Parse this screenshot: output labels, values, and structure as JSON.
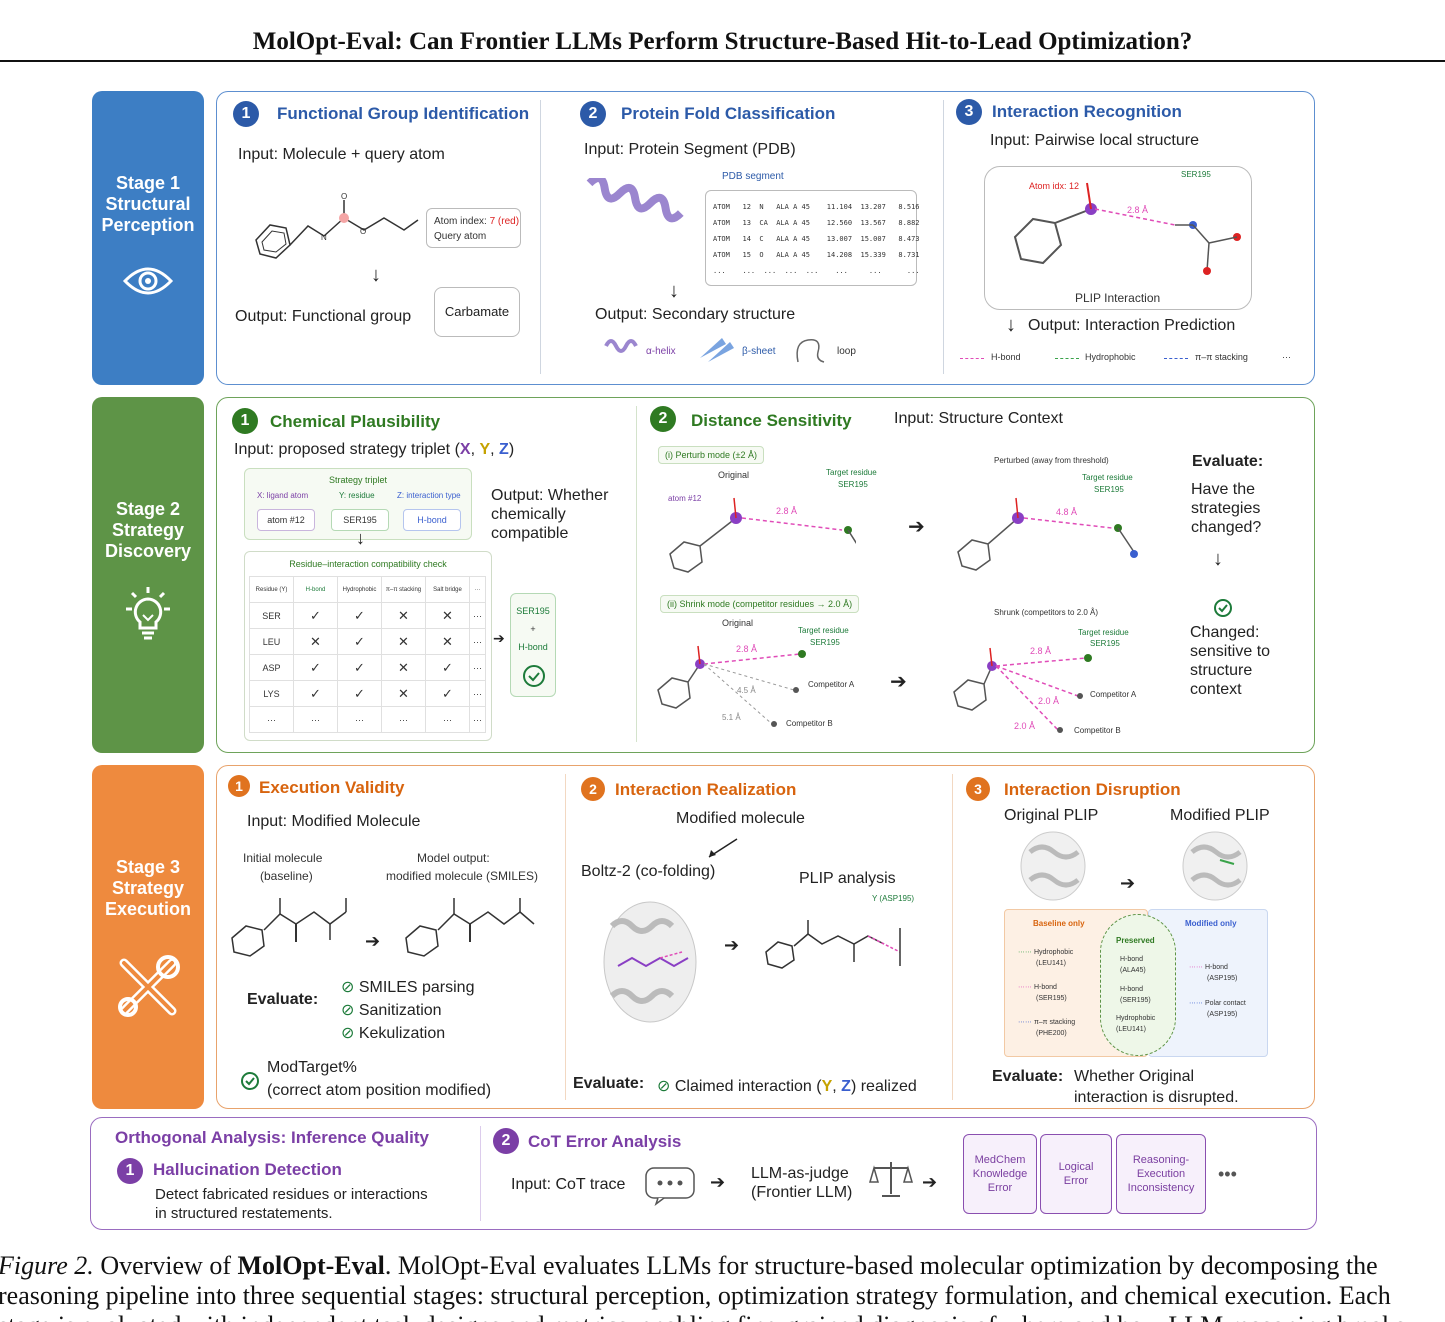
{
  "header": {
    "title": "MolOpt-Eval: Can Frontier LLMs Perform Structure-Based Hit-to-Lead Optimization?"
  },
  "colors": {
    "stage1": "#3d7ec4",
    "stage2": "#5e9447",
    "stage3": "#ee8a3e",
    "purple": "#7b3fa6"
  },
  "stages": [
    {
      "line1": "Stage 1",
      "line2": "Structural",
      "line3": "Perception",
      "icon": "eye-icon"
    },
    {
      "line1": "Stage 2",
      "line2": "Strategy",
      "line3": "Discovery",
      "icon": "lightbulb-icon"
    },
    {
      "line1": "Stage 3",
      "line2": "Strategy",
      "line3": "Execution",
      "icon": "tools-icon"
    }
  ],
  "stage1": {
    "fg": {
      "num": "1",
      "title": "Functional Group Identification",
      "input": "Input: Molecule + query atom",
      "atom_index_label": "Atom index:",
      "atom_index_value": "7 (red)",
      "query_atom": "Query atom",
      "output": "Output: Functional group",
      "answer": "Carbamate"
    },
    "pf": {
      "num": "2",
      "title": "Protein Fold Classification",
      "input": "Input: Protein Segment (PDB)",
      "pdb_label": "PDB segment",
      "pdb_rows": [
        "ATOM   12  N   ALA A 45    11.104  13.207   8.516",
        "ATOM   13  CA  ALA A 45    12.560  13.567   8.882",
        "ATOM   14  C   ALA A 45    13.007  15.007   8.473",
        "ATOM   15  O   ALA A 45    14.208  15.339   8.731",
        "...    ...  ...  ...  ...    ...     ...      ..."
      ],
      "output": "Output: Secondary structure",
      "helix": "α-helix",
      "sheet": "β-sheet",
      "loop": "loop"
    },
    "ir": {
      "num": "3",
      "title": "Interaction Recognition",
      "input": "Input: Pairwise local structure",
      "atom_idx": "Atom idx: 12",
      "ser": "SER195",
      "dist": "2.8 Å",
      "plip": "PLIP Interaction",
      "output": "Output: Interaction Prediction",
      "legend": [
        "H-bond",
        "Hydrophobic",
        "π–π stacking",
        "···"
      ]
    }
  },
  "stage2": {
    "cp": {
      "num": "1",
      "title": "Chemical Plausibility",
      "input_prefix": "Input: proposed strategy triplet (",
      "x": "X",
      "y": "Y",
      "z": "Z",
      "input_suffix": ")",
      "triplet_title": "Strategy triplet",
      "triplet_heads": [
        "X: ligand atom",
        "Y: residue",
        "Z: interaction type"
      ],
      "triplet_vals": [
        "atom #12",
        "SER195",
        "H-bond"
      ],
      "check_title": "Residue–interaction compatibility check",
      "table_head": [
        "Residue (Y)",
        "H-bond",
        "Hydrophobic",
        "π–π stacking",
        "Salt bridge",
        "···"
      ],
      "table_rows": [
        [
          "SER",
          "✓",
          "✓",
          "✕",
          "✕",
          "···"
        ],
        [
          "LEU",
          "✕",
          "✓",
          "✕",
          "✕",
          "···"
        ],
        [
          "ASP",
          "✓",
          "✓",
          "✕",
          "✓",
          "···"
        ],
        [
          "LYS",
          "✓",
          "✓",
          "✕",
          "✓",
          "···"
        ],
        [
          "···",
          "···",
          "···",
          "···",
          "···",
          "···"
        ]
      ],
      "result_res": "SER195",
      "result_plus": "+",
      "result_type": "H-bond",
      "output": "Output: Whether chemically compatible"
    },
    "ds": {
      "num": "2",
      "title": "Distance Sensitivity",
      "input": "Input: Structure Context",
      "perturb": "(i) Perturb mode (±2 Å)",
      "original": "Original",
      "target_residue": "Target residue",
      "ser": "SER195",
      "atom12": "atom #12",
      "d28": "2.8 Å",
      "perturbed": "Perturbed (away from threshold)",
      "d48": "4.8 Å",
      "shrink": "(ii) Shrink mode (competitor residues → 2.0 Å)",
      "shrunk": "Shrunk (competitors to 2.0 Å)",
      "compA": "Competitor A",
      "compB": "Competitor B",
      "d45": "4.5 Å",
      "d51": "5.1 Å",
      "d20": "2.0 Å",
      "evaluate": "Evaluate:",
      "question": "Have the strategies changed?",
      "changed": "Changed: sensitive to structure context"
    }
  },
  "stage3": {
    "ev": {
      "num": "1",
      "title": "Execution Validity",
      "input": "Input: Modified Molecule",
      "initial": "Initial molecule",
      "baseline": "(baseline)",
      "model_out": "Model output:",
      "modified_smiles": "modified molecule (SMILES)",
      "evaluate": "Evaluate:",
      "checks": [
        "SMILES parsing",
        "Sanitization",
        "Kekulization"
      ],
      "mod1": "ModTarget%",
      "mod2": "(correct atom position modified)"
    },
    "ire": {
      "num": "2",
      "title": "Interaction Realization",
      "modified": "Modified molecule",
      "boltz": "Boltz-2 (co-folding)",
      "plip": "PLIP analysis",
      "asp": "Y (ASP195)",
      "evaluate": "Evaluate:",
      "claim_prefix": "Claimed interaction (",
      "y": "Y",
      "z": "Z",
      "claim_suffix": ") realized"
    },
    "id": {
      "num": "3",
      "title": "Interaction Disruption",
      "orig_plip": "Original PLIP",
      "mod_plip": "Modified PLIP",
      "baseline_only": "Baseline only",
      "preserved": "Preserved",
      "modified_only": "Modified only",
      "left_items": [
        [
          "Hydrophobic",
          "(LEU141)"
        ],
        [
          "H-bond",
          "(SER195)"
        ],
        [
          "π–π stacking",
          "(PHE200)"
        ]
      ],
      "mid_items": [
        [
          "H-bond",
          "(ALA45)"
        ],
        [
          "H-bond",
          "(SER195)"
        ],
        [
          "Hydrophobic",
          "(LEU141)"
        ]
      ],
      "right_items": [
        [
          "H-bond",
          "(ASP195)"
        ],
        [
          "Polar contact",
          "(ASP195)"
        ]
      ],
      "evaluate": "Evaluate:",
      "eval_text1": "Whether Original",
      "eval_text2": "interaction is disrupted."
    }
  },
  "ortho": {
    "title": "Orthogonal Analysis: Inference Quality",
    "h_num": "1",
    "h_title": "Hallucination Detection",
    "h_text1": "Detect fabricated residues or interactions",
    "h_text2": "in structured restatements.",
    "c_num": "2",
    "c_title": "CoT Error Analysis",
    "c_input": "Input: CoT trace",
    "judge1": "LLM-as-judge",
    "judge2": "(Frontier LLM)",
    "errors": [
      [
        "MedChem",
        "Knowledge",
        "Error"
      ],
      [
        "Logical",
        "Error"
      ],
      [
        "Reasoning-",
        "Execution",
        "Inconsistency"
      ]
    ],
    "more": "•••"
  },
  "caption": {
    "prefix": "Figure 2.",
    "text1": " Overview of ",
    "bold": "MolOpt-Eval",
    "text2": ". MolOpt-Eval evaluates LLMs for structure-based molecular optimization by decomposing the",
    "line2": "reasoning pipeline into three sequential stages: structural perception, optimization strategy formulation, and chemical execution. Each",
    "line3": "stage is evaluated with independent task designs and metrics, enabling fine-grained diagnosis of where and how LLM reasoning breaks"
  }
}
